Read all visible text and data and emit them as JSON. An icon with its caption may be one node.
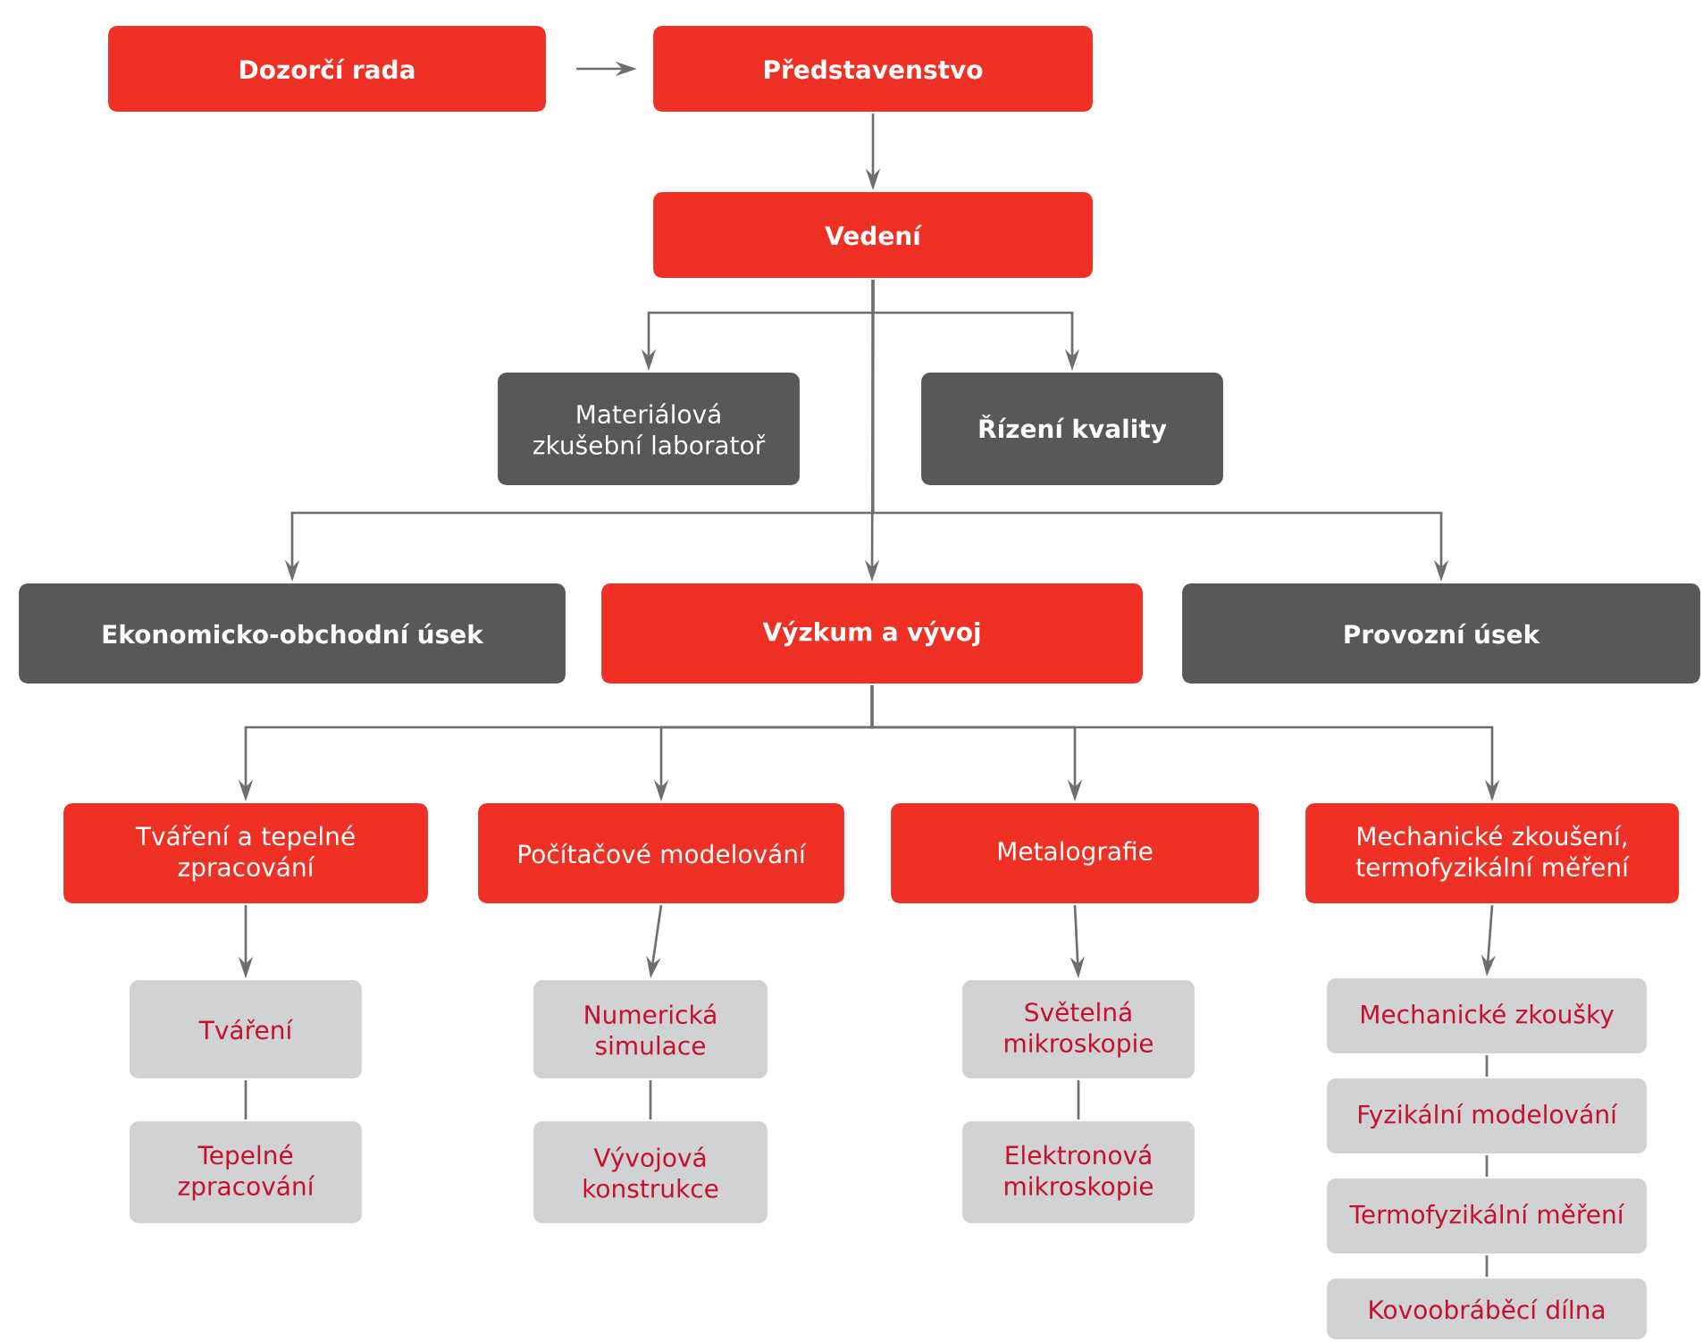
{
  "diagram": {
    "nodes": [
      {
        "text": [
          "Dozorčí rada"
        ]
      },
      {
        "text": [
          "Představenstvo"
        ]
      },
      {
        "text": [
          "Vedení"
        ]
      },
      {
        "text": [
          "Materiálová zkušební laboratoř"
        ]
      },
      {
        "text": [
          "Řízení kvality"
        ]
      },
      {
        "text": [
          "Ekonomicko-obchodní úsek"
        ]
      },
      {
        "text": [
          "Výzkum a vývoj"
        ]
      },
      {
        "text": [
          "Provozní úsek"
        ]
      },
      {
        "text": [
          "Tváření a tepelné zpracování"
        ]
      },
      {
        "text": [
          "Počítačové modelování"
        ]
      },
      {
        "text": [
          "Metalografie"
        ]
      },
      {
        "text": [
          "Mechanické zkoušení, termofyzikální měření"
        ]
      },
      {
        "text": [
          "Tváření"
        ]
      },
      {
        "text": [
          "Tepelné zpracování"
        ]
      },
      {
        "text": [
          "Numerická simulace"
        ]
      },
      {
        "text": [
          "Vývojová konstrukce"
        ]
      },
      {
        "text": [
          "Světelná mikroskopie"
        ]
      },
      {
        "text": [
          "Elektronová mikroskopie"
        ]
      },
      {
        "text": [
          "Mechanické zkoušky"
        ]
      },
      {
        "text": [
          "Fyzikální modelování"
        ]
      },
      {
        "text": [
          "Termofyzikální měření"
        ]
      },
      {
        "text": [
          "Kovoobráběcí dílna"
        ]
      }
    ],
    "edges": [
      {
        "from": 0,
        "to": 1,
        "arrow": "to"
      },
      {
        "from": 1,
        "to": 2,
        "arrow": "to"
      },
      {
        "from": 2,
        "to": 3,
        "arrow": "to"
      },
      {
        "from": 2,
        "to": 4,
        "arrow": "to"
      },
      {
        "from": 2,
        "to": 5,
        "arrow": "to"
      },
      {
        "from": 2,
        "to": 6,
        "arrow": "to"
      },
      {
        "from": 2,
        "to": 7,
        "arrow": "to"
      },
      {
        "from": 6,
        "to": 8,
        "arrow": "to"
      },
      {
        "from": 6,
        "to": 9,
        "arrow": "to"
      },
      {
        "from": 6,
        "to": 10,
        "arrow": "to"
      },
      {
        "from": 6,
        "to": 11,
        "arrow": "to"
      },
      {
        "from": 8,
        "to": 12,
        "arrow": "to"
      },
      {
        "from": 12,
        "to": 13,
        "arrow": "none"
      },
      {
        "from": 9,
        "to": 14,
        "arrow": "to"
      },
      {
        "from": 14,
        "to": 15,
        "arrow": "none"
      },
      {
        "from": 10,
        "to": 16,
        "arrow": "to"
      },
      {
        "from": 16,
        "to": 17,
        "arrow": "none"
      },
      {
        "from": 11,
        "to": 18,
        "arrow": "to"
      },
      {
        "from": 18,
        "to": 19,
        "arrow": "none"
      },
      {
        "from": 19,
        "to": 20,
        "arrow": "none"
      },
      {
        "from": 20,
        "to": 21,
        "arrow": "none"
      }
    ]
  }
}
